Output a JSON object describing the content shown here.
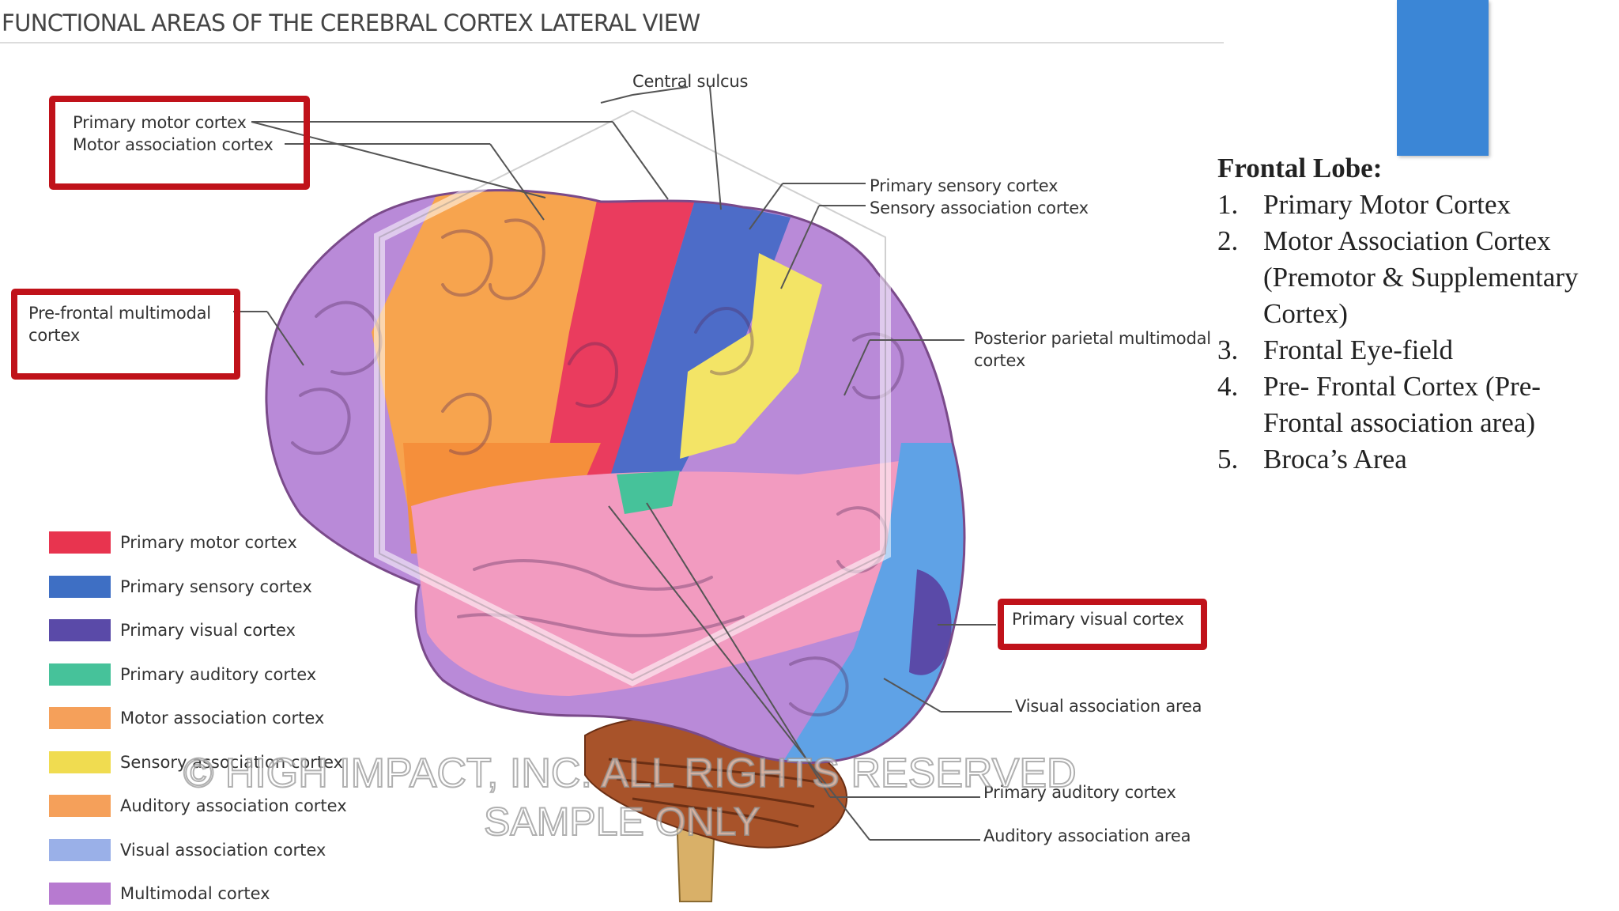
{
  "diagram": {
    "title": "FUNCTIONAL AREAS OF THE CEREBRAL CORTEX LATERAL VIEW",
    "callouts": {
      "primary_motor": "Primary motor cortex",
      "motor_association": "Motor association cortex",
      "prefrontal": [
        "Pre-frontal multimodal",
        "cortex"
      ],
      "central_sulcus": "Central sulcus",
      "primary_sensory": "Primary sensory cortex",
      "sensory_association": "Sensory association cortex",
      "posterior_parietal": [
        "Posterior parietal multimodal",
        "cortex"
      ],
      "primary_visual": "Primary visual cortex",
      "visual_association": "Visual association area",
      "primary_auditory": "Primary auditory cortex",
      "auditory_association": "Auditory association area"
    },
    "legend": [
      {
        "label": "Primary motor cortex",
        "color": "#e8344f"
      },
      {
        "label": "Primary sensory cortex",
        "color": "#3e6fc4"
      },
      {
        "label": "Primary visual cortex",
        "color": "#5a4aa8"
      },
      {
        "label": "Primary auditory cortex",
        "color": "#46c29a"
      },
      {
        "label": "Motor association cortex",
        "color": "#f5a05a"
      },
      {
        "label": "Sensory association cortex",
        "color": "#f0dc50"
      },
      {
        "label": "Auditory association cortex",
        "color": "#f5a05a"
      },
      {
        "label": "Visual association cortex",
        "color": "#9ab0e8"
      },
      {
        "label": "Multimodal cortex",
        "color": "#b77ad0"
      }
    ],
    "watermark": {
      "line1": "© HIGH IMPACT, INC. ALL RIGHTS RESERVED",
      "line2": "SAMPLE ONLY"
    },
    "highlight_color": "#c0121a"
  },
  "notes": {
    "title": "Frontal Lobe:",
    "items": [
      {
        "num": "1.",
        "text": "Primary Motor Cortex"
      },
      {
        "num": "2.",
        "text": "Motor Association Cortex (Premotor & Supplementary Cortex)"
      },
      {
        "num": "3.",
        "text": "Frontal Eye-field"
      },
      {
        "num": "4.",
        "text": "Pre- Frontal Cortex (Pre-Frontal association area)"
      },
      {
        "num": "5.",
        "text": "Broca’s Area"
      }
    ],
    "accent_color": "#3b86d6"
  }
}
